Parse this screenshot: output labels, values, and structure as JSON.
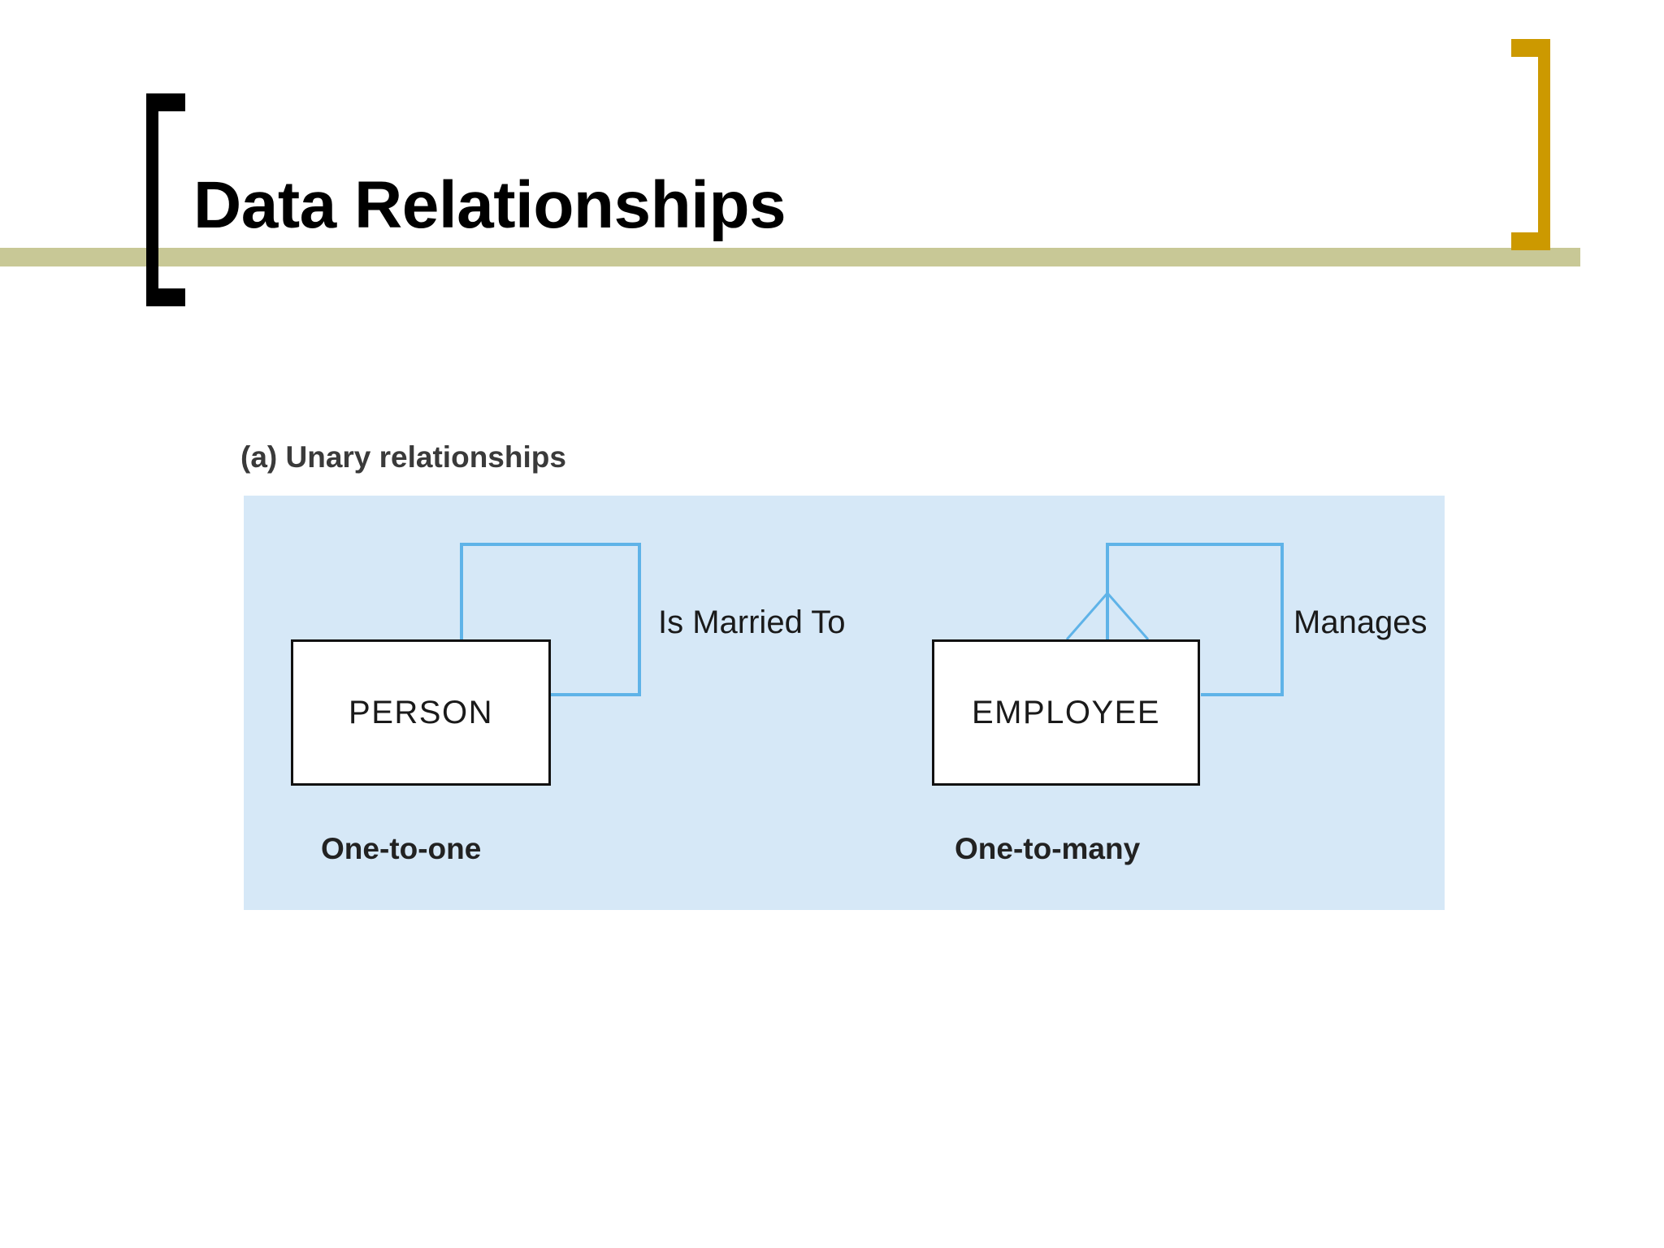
{
  "slide": {
    "title": "Data Relationships",
    "accent_gold": "#cc9900",
    "accent_olive": "#c8c896",
    "bracket_black": "#000000",
    "background": "#ffffff"
  },
  "figure": {
    "caption": "(a) Unary relationships",
    "panel_fill": "#d6e8f7",
    "line_color": "#5fb3e8",
    "entity_border": "#111111",
    "entity_fill": "#ffffff",
    "diagrams": [
      {
        "entity": "PERSON",
        "relationship": "Is Married To",
        "cardinality": "One-to-one",
        "crows_foot": false
      },
      {
        "entity": "EMPLOYEE",
        "relationship": "Manages",
        "cardinality": "One-to-many",
        "crows_foot": true
      }
    ]
  }
}
